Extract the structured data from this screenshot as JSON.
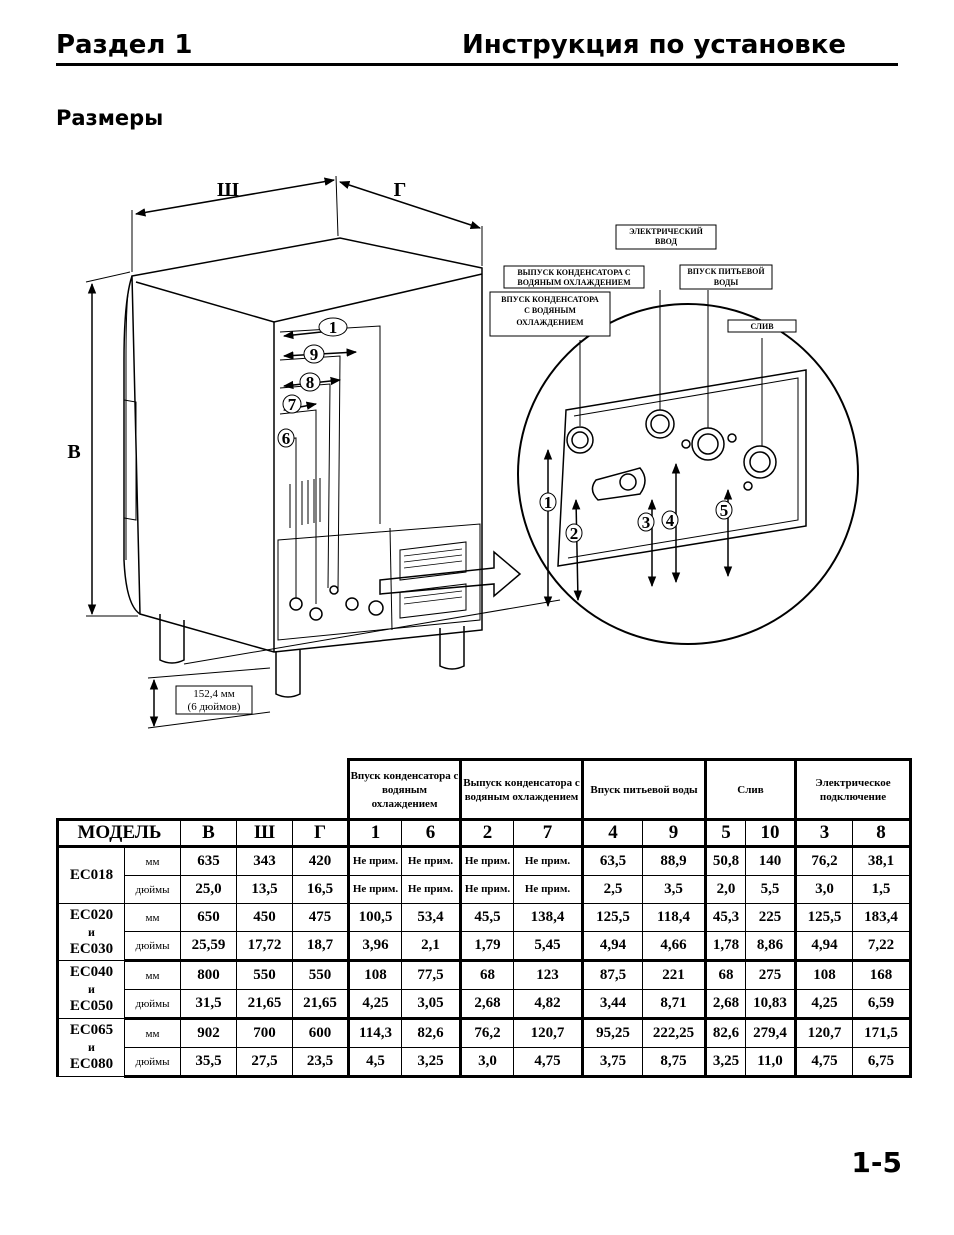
{
  "header": {
    "section": "Раздел 1",
    "title": "Инструкция по установке"
  },
  "section_title": "Размеры",
  "page_number": "1-5",
  "figure": {
    "dim_width": "Ш",
    "dim_depth": "Г",
    "dim_height": "В",
    "leg_height_line1": "152,4 мм",
    "leg_height_line2": "(6 дюймов)",
    "callouts": {
      "electrical_line1": "ЭЛЕКТРИЧЕСКИЙ",
      "electrical_line2": "ВВОД",
      "cond_outlet_line1": "ВЫПУСК КОНДЕНСАТОРА  С",
      "cond_outlet_line2": "ВОДЯНЫМ ОХЛАЖДЕНИЕМ",
      "potable_line1": "ВПУСК ПИТЬЕВОЙ",
      "potable_line2": "ВОДЫ",
      "cond_inlet_line1": "ВПУСК КОНДЕНСАТОРА",
      "cond_inlet_line2": "С ВОДЯНЫМ",
      "cond_inlet_line3": "ОХЛАЖДЕНИЕМ",
      "drain": "СЛИВ"
    },
    "unit_numbers": [
      "1",
      "9",
      "8",
      "7",
      "6"
    ],
    "panel_numbers": [
      "1",
      "2",
      "3",
      "4",
      "5"
    ]
  },
  "table": {
    "group_headers": [
      "Впуск конденсатора с водяным охлаждением",
      "Выпуск конденсатора с водяным охлаждением",
      "Впуск питьевой воды",
      "Слив",
      "Электрическое подключение"
    ],
    "model_header": "МОДЕЛЬ",
    "dim_headers": [
      "В",
      "Ш",
      "Г"
    ],
    "col_numbers": [
      "1",
      "6",
      "2",
      "7",
      "4",
      "9",
      "5",
      "10",
      "3",
      "8"
    ],
    "rows": [
      {
        "model": [
          "EC018"
        ],
        "mm_label": "мм",
        "in_label": "дюймы",
        "mm": [
          "635",
          "343",
          "420",
          "Не прим.",
          "Не прим.",
          "Не прим.",
          "Не прим.",
          "63,5",
          "88,9",
          "50,8",
          "140",
          "76,2",
          "38,1"
        ],
        "in": [
          "25,0",
          "13,5",
          "16,5",
          "Не прим.",
          "Не прим.",
          "Не прим.",
          "Не прим.",
          "2,5",
          "3,5",
          "2,0",
          "5,5",
          "3,0",
          "1,5"
        ]
      },
      {
        "model": [
          "EC020",
          "и",
          "EC030"
        ],
        "mm_label": "мм",
        "in_label": "дюймы",
        "mm": [
          "650",
          "450",
          "475",
          "100,5",
          "53,4",
          "45,5",
          "138,4",
          "125,5",
          "118,4",
          "45,3",
          "225",
          "125,5",
          "183,4"
        ],
        "in": [
          "25,59",
          "17,72",
          "18,7",
          "3,96",
          "2,1",
          "1,79",
          "5,45",
          "4,94",
          "4,66",
          "1,78",
          "8,86",
          "4,94",
          "7,22"
        ]
      },
      {
        "model": [
          "EC040",
          "и",
          "EC050"
        ],
        "mm_label": "мм",
        "in_label": "дюймы",
        "mm": [
          "800",
          "550",
          "550",
          "108",
          "77,5",
          "68",
          "123",
          "87,5",
          "221",
          "68",
          "275",
          "108",
          "168"
        ],
        "in": [
          "31,5",
          "21,65",
          "21,65",
          "4,25",
          "3,05",
          "2,68",
          "4,82",
          "3,44",
          "8,71",
          "2,68",
          "10,83",
          "4,25",
          "6,59"
        ]
      },
      {
        "model": [
          "EC065",
          "и",
          "EC080"
        ],
        "mm_label": "мм",
        "in_label": "дюймы",
        "mm": [
          "902",
          "700",
          "600",
          "114,3",
          "82,6",
          "76,2",
          "120,7",
          "95,25",
          "222,25",
          "82,6",
          "279,4",
          "120,7",
          "171,5"
        ],
        "in": [
          "35,5",
          "27,5",
          "23,5",
          "4,5",
          "3,25",
          "3,0",
          "4,75",
          "3,75",
          "8,75",
          "3,25",
          "11,0",
          "4,75",
          "6,75"
        ]
      }
    ]
  }
}
